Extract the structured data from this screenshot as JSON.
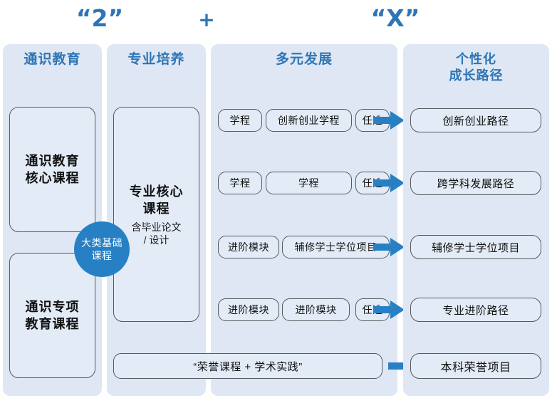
{
  "formula": {
    "left": "“2”",
    "operator": "+",
    "right": "“X”"
  },
  "columns": [
    {
      "id": "general-education",
      "title": "通识教育"
    },
    {
      "id": "major-training",
      "title": "专业培养"
    },
    {
      "id": "diverse-development",
      "title": "多元发展"
    },
    {
      "id": "personalized-path",
      "title_line1": "个性化",
      "title_line2": "成长路径"
    }
  ],
  "general_education": {
    "core_course": "通识教育\n核心课程",
    "core_course_line1": "通识教育",
    "core_course_line2": "核心课程",
    "special_course_line1": "通识专项",
    "special_course_line2": "教育课程"
  },
  "major_training": {
    "core_line1": "专业核心",
    "core_line2": "课程",
    "sub_line1": "含毕业论文",
    "sub_line2": "/ 设计"
  },
  "basic_circle": {
    "line1": "大类基础",
    "line2": "课程",
    "color": "#2880C4"
  },
  "rows": [
    {
      "modules": [
        "学程",
        "创新创业学程",
        "任选"
      ],
      "arrow": "right-arrow-icon",
      "path": "创新创业路径"
    },
    {
      "modules": [
        "学程",
        "学程",
        "任选"
      ],
      "arrow": "right-arrow-icon",
      "path": "跨学科发展路径"
    },
    {
      "modules": [
        "进阶模块",
        "辅修学士学位项目"
      ],
      "arrow": "right-arrow-icon",
      "path": "辅修学士学位项目"
    },
    {
      "modules": [
        "进阶模块",
        "进阶模块",
        "任选"
      ],
      "arrow": "right-arrow-icon",
      "path": "专业进阶路径"
    }
  ],
  "honors": {
    "label": "“荣誉课程 + 学术实践”",
    "arrow": "right-arrow-icon",
    "path": "本科荣誉项目"
  },
  "colors": {
    "accent_blue": "#2E75B6",
    "arrow_blue": "#2880C4",
    "panel_bg": "#DEE7F3",
    "box_bg": "#E3EBF6",
    "box_border": "#56595E"
  }
}
